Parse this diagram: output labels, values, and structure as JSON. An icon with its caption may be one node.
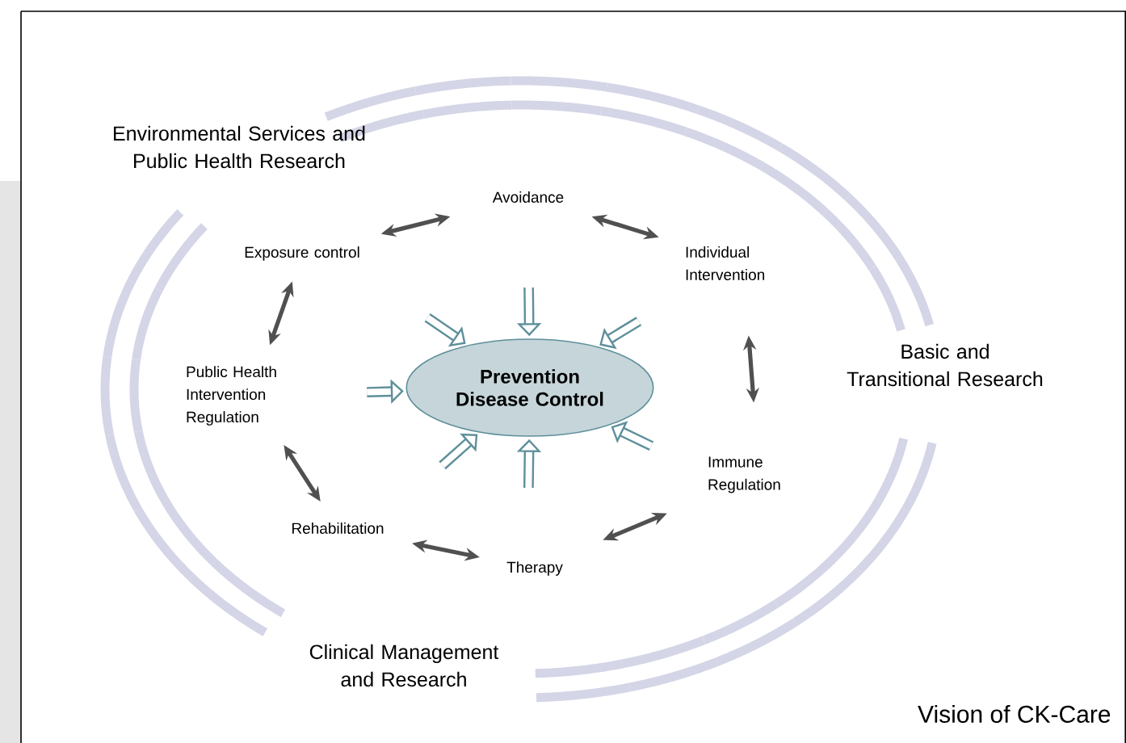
{
  "diagram": {
    "caption": "Vision of CK-Care",
    "nodes": [
      {
        "text": [
          "Prevention Disease Control"
        ]
      },
      {
        "text": [
          "Avoidance"
        ]
      },
      {
        "text": [
          "Individual Intervention"
        ]
      },
      {
        "text": [
          "Immune Regulation"
        ]
      },
      {
        "text": [
          "Therapy"
        ]
      },
      {
        "text": [
          "Rehabilitation"
        ]
      },
      {
        "text": [
          "Public Health Intervention Regulation"
        ]
      },
      {
        "text": [
          "Exposure control"
        ]
      }
    ],
    "edges": [
      {
        "from": null,
        "to": 0,
        "arrow": "to",
        "style": "thick",
        "color": "#5e8f9a"
      },
      {
        "from": null,
        "to": 0,
        "arrow": "to",
        "style": "thick",
        "color": "#5e8f9a"
      },
      {
        "from": null,
        "to": 0,
        "arrow": "to",
        "style": "thick",
        "color": "#5e8f9a"
      },
      {
        "from": null,
        "to": 0,
        "arrow": "to",
        "style": "thick",
        "color": "#5e8f9a"
      },
      {
        "from": null,
        "to": 0,
        "arrow": "to",
        "style": "thick",
        "color": "#5e8f9a"
      },
      {
        "from": null,
        "to": 0,
        "arrow": "to",
        "style": "thick",
        "color": "#5e8f9a"
      },
      {
        "from": null,
        "to": 0,
        "arrow": "to",
        "style": "thick",
        "color": "#5e8f9a"
      },
      {
        "from": 7,
        "to": 1,
        "arrow": "both",
        "color": "#505050"
      },
      {
        "from": 1,
        "to": 2,
        "arrow": "both",
        "color": "#505050"
      },
      {
        "from": 2,
        "to": 3,
        "arrow": "both",
        "color": "#505050"
      },
      {
        "from": 3,
        "to": 4,
        "arrow": "both",
        "color": "#505050"
      },
      {
        "from": 4,
        "to": 5,
        "arrow": "both",
        "color": "#505050"
      },
      {
        "from": 5,
        "to": 6,
        "arrow": "both",
        "color": "#505050"
      },
      {
        "from": 6,
        "to": 7,
        "arrow": "both",
        "color": "#505050"
      }
    ],
    "labels": [
      "Environmental Services and Public Health Research",
      "Basic and Transitional Research",
      "Clinical Management and Research"
    ]
  }
}
